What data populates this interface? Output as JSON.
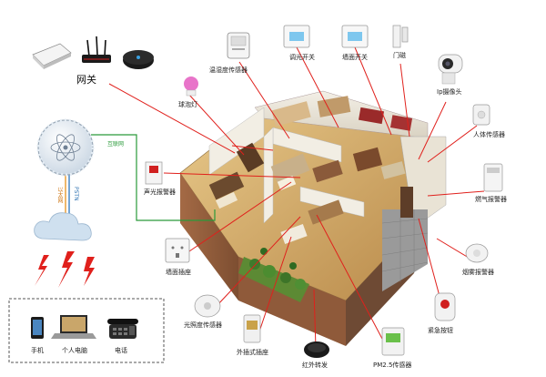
{
  "labels": {
    "gateway": "网关",
    "internet": "互联网",
    "ethernet": "以太网",
    "pstn": "PSTN",
    "bulb": "球泡灯",
    "temp_humidity": "温湿度传感器",
    "dimmer": "调光开关",
    "wall_switch": "墙面开关",
    "door_sensor": "门磁",
    "ip_camera": "Ip摄像头",
    "human_sensor": "人体传感器",
    "sound_light_alarm": "声光报警器",
    "gas_sensor": "燃气报警器",
    "wall_socket": "墙面插座",
    "smoke_alarm": "烟雾报警器",
    "light_sensor": "光照度传感器",
    "plug_socket": "外插式插座",
    "ir_repeater": "红外转发",
    "pm25": "PM2.5传感器",
    "emergency_button": "紧急按钮",
    "phone": "手机",
    "pc": "个人电脑",
    "telephone": "电话"
  },
  "colors": {
    "wire_red": "#e0201c",
    "wire_green": "#2a9a3a",
    "wire_orange": "#e89a2c",
    "wire_blue": "#3a7fc2"
  }
}
